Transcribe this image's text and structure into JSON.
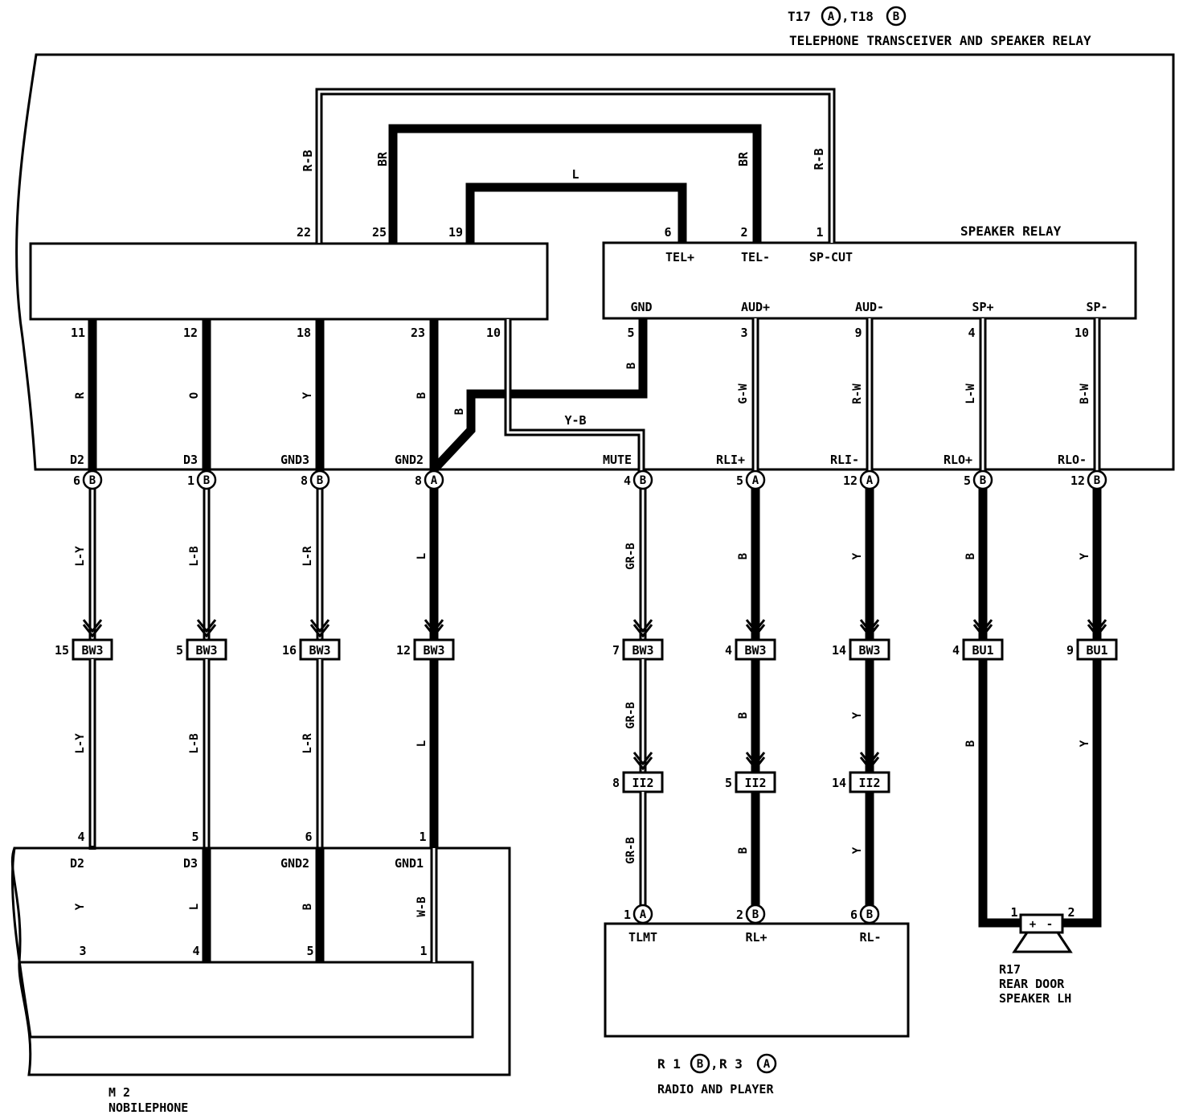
{
  "components": {
    "transceiver": {
      "title": "TELEPHONE TRANSCEIVER AND SPEAKER RELAY",
      "ref_prefix_1": "T17",
      "ref_letter_1": "A",
      "ref_sep": ",",
      "ref_prefix_2": "T18",
      "ref_letter_2": "B",
      "relay_label": "SPEAKER RELAY"
    },
    "mobilephone": {
      "ref": "M 2",
      "name": "NOBILEPHONE"
    },
    "radio": {
      "ref_prefix_1": "R 1",
      "ref_letter_1": "B",
      "ref_sep": ",",
      "ref_prefix_2": "R 3",
      "ref_letter_2": "A",
      "name": "RADIO AND PLAYER"
    },
    "speaker": {
      "ref": "R17",
      "name_line1": "REAR DOOR",
      "name_line2": "SPEAKER LH",
      "pin1": "1",
      "pin2": "2",
      "plus": "+",
      "minus": "-"
    }
  },
  "top_pins": [
    {
      "pin": "22",
      "color": "R-B"
    },
    {
      "pin": "25",
      "color": "BR"
    },
    {
      "pin": "19",
      "color": "L"
    },
    {
      "pin": "6",
      "color": "L",
      "name": "TEL+"
    },
    {
      "pin": "2",
      "color": "BR",
      "name": "TEL-"
    },
    {
      "pin": "1",
      "color": "R-B",
      "name": "SP-CUT"
    }
  ],
  "relay_pins": [
    {
      "pin": "5",
      "name": "GND",
      "color": "B"
    },
    {
      "pin": "3",
      "name": "AUD+",
      "color": "G-W"
    },
    {
      "pin": "9",
      "name": "AUD-",
      "color": "R-W"
    },
    {
      "pin": "4",
      "name": "SP+",
      "color": "L-W"
    },
    {
      "pin": "10",
      "name": "SP-",
      "color": "B-W"
    }
  ],
  "block_pins": [
    {
      "pin": "11",
      "color": "R"
    },
    {
      "pin": "12",
      "color": "O"
    },
    {
      "pin": "18",
      "color": "Y"
    },
    {
      "pin": "23",
      "color": "B"
    },
    {
      "pin": "10",
      "color": "Y-B"
    }
  ],
  "junction_color": "B",
  "output_pins": [
    {
      "name": "D2",
      "pin": "6",
      "conn": "B"
    },
    {
      "name": "D3",
      "pin": "1",
      "conn": "B"
    },
    {
      "name": "GND3",
      "pin": "8",
      "conn": "B"
    },
    {
      "name": "GND2",
      "pin": "8",
      "conn": "A"
    },
    {
      "name": "MUTE",
      "pin": "4",
      "conn": "B"
    },
    {
      "name": "RLI+",
      "pin": "5",
      "conn": "A"
    },
    {
      "name": "RLI-",
      "pin": "12",
      "conn": "A"
    },
    {
      "name": "RLO+",
      "pin": "5",
      "conn": "B"
    },
    {
      "name": "RLO-",
      "pin": "12",
      "conn": "B"
    }
  ],
  "wires_upper": [
    "L-Y",
    "L-B",
    "L-R",
    "L",
    "GR-B",
    "B",
    "Y",
    "B",
    "Y"
  ],
  "splices": [
    {
      "pin": "15",
      "label": "BW3"
    },
    {
      "pin": "5",
      "label": "BW3"
    },
    {
      "pin": "16",
      "label": "BW3"
    },
    {
      "pin": "12",
      "label": "BW3"
    },
    {
      "pin": "7",
      "label": "BW3"
    },
    {
      "pin": "4",
      "label": "BW3"
    },
    {
      "pin": "14",
      "label": "BW3"
    },
    {
      "pin": "4",
      "label": "BU1"
    },
    {
      "pin": "9",
      "label": "BU1"
    }
  ],
  "wires_lower": [
    "L-Y",
    "L-B",
    "L-R",
    "L",
    "GR-B",
    "B",
    "Y",
    "B",
    "Y"
  ],
  "splices_ii2": [
    {
      "pin": "8",
      "label": "II2"
    },
    {
      "pin": "5",
      "label": "II2"
    },
    {
      "pin": "14",
      "label": "II2"
    }
  ],
  "wires_radio": [
    "GR-B",
    "B",
    "Y"
  ],
  "radio_pins": [
    {
      "pin": "1",
      "conn": "A",
      "name": "TLMT"
    },
    {
      "pin": "2",
      "conn": "B",
      "name": "RL+"
    },
    {
      "pin": "6",
      "conn": "B",
      "name": "RL-"
    }
  ],
  "mobile_pins_top": [
    {
      "pin": "4",
      "name": "D2"
    },
    {
      "pin": "5",
      "name": "D3"
    },
    {
      "pin": "6",
      "name": "GND2"
    },
    {
      "pin": "1",
      "name": "GND1"
    }
  ],
  "mobile_wires": [
    "Y",
    "L",
    "B",
    "W-B"
  ],
  "mobile_pins_bottom": [
    "3",
    "4",
    "5",
    "1"
  ]
}
